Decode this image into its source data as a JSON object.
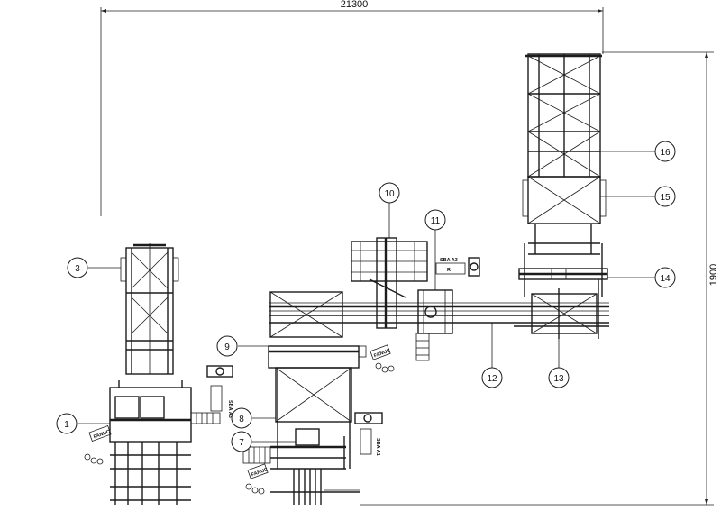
{
  "dimensions": {
    "horizontal": "21300",
    "vertical": "1900"
  },
  "callouts": [
    {
      "id": "1",
      "label": "1"
    },
    {
      "id": "3",
      "label": "3"
    },
    {
      "id": "7",
      "label": "7"
    },
    {
      "id": "8",
      "label": "8"
    },
    {
      "id": "9",
      "label": "9"
    },
    {
      "id": "10",
      "label": "10"
    },
    {
      "id": "11",
      "label": "11"
    },
    {
      "id": "12",
      "label": "12"
    },
    {
      "id": "13",
      "label": "13"
    },
    {
      "id": "14",
      "label": "14"
    },
    {
      "id": "15",
      "label": "15"
    },
    {
      "id": "16",
      "label": "16"
    }
  ],
  "tags": {
    "fanuc_1": "FANUC",
    "fanuc_2": "FANUC",
    "fanuc_3": "FANUC",
    "sba_a3_left": "SBA A3",
    "sba_a3_top": "SBA A3",
    "sba_a1": "SBA A1",
    "robot_label": "R"
  }
}
